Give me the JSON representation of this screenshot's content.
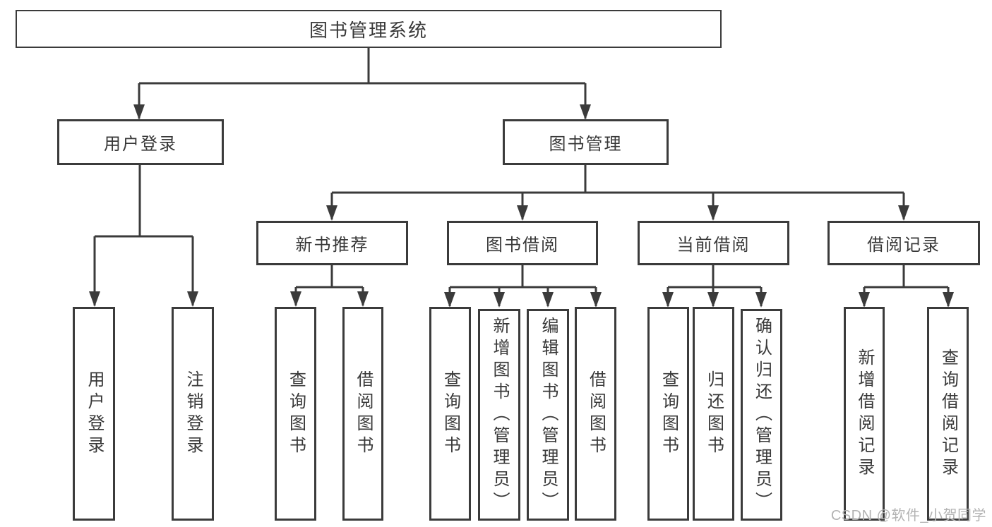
{
  "diagram": {
    "root": {
      "label": "图书管理系统"
    },
    "level2": [
      {
        "label": "用户登录"
      },
      {
        "label": "图书管理"
      }
    ],
    "level3": [
      {
        "label": "新书推荐",
        "parent": "图书管理"
      },
      {
        "label": "图书借阅",
        "parent": "图书管理"
      },
      {
        "label": "当前借阅",
        "parent": "图书管理"
      },
      {
        "label": "借阅记录",
        "parent": "图书管理"
      }
    ],
    "leaves": [
      {
        "label": "用户登录",
        "parent": "用户登录"
      },
      {
        "label": "注销登录",
        "parent": "用户登录"
      },
      {
        "label": "查询图书",
        "parent": "新书推荐"
      },
      {
        "label": "借阅图书",
        "parent": "新书推荐"
      },
      {
        "label": "查询图书",
        "parent": "图书借阅"
      },
      {
        "label": "新增图书（管理员）",
        "parent": "图书借阅"
      },
      {
        "label": "编辑图书（管理员）",
        "parent": "图书借阅"
      },
      {
        "label": "借阅图书",
        "parent": "图书借阅"
      },
      {
        "label": "查询图书",
        "parent": "当前借阅"
      },
      {
        "label": "归还图书",
        "parent": "当前借阅"
      },
      {
        "label": "确认归还（管理员）",
        "parent": "当前借阅"
      },
      {
        "label": "新增借阅记录",
        "parent": "借阅记录"
      },
      {
        "label": "查询借阅记录",
        "parent": "借阅记录"
      }
    ],
    "watermark": "CSDN @软件_小贺同学",
    "colors": {
      "line": "#3b3b3b",
      "text": "#383838",
      "watermark": "#b3b3b3",
      "background": "#ffffff"
    }
  }
}
